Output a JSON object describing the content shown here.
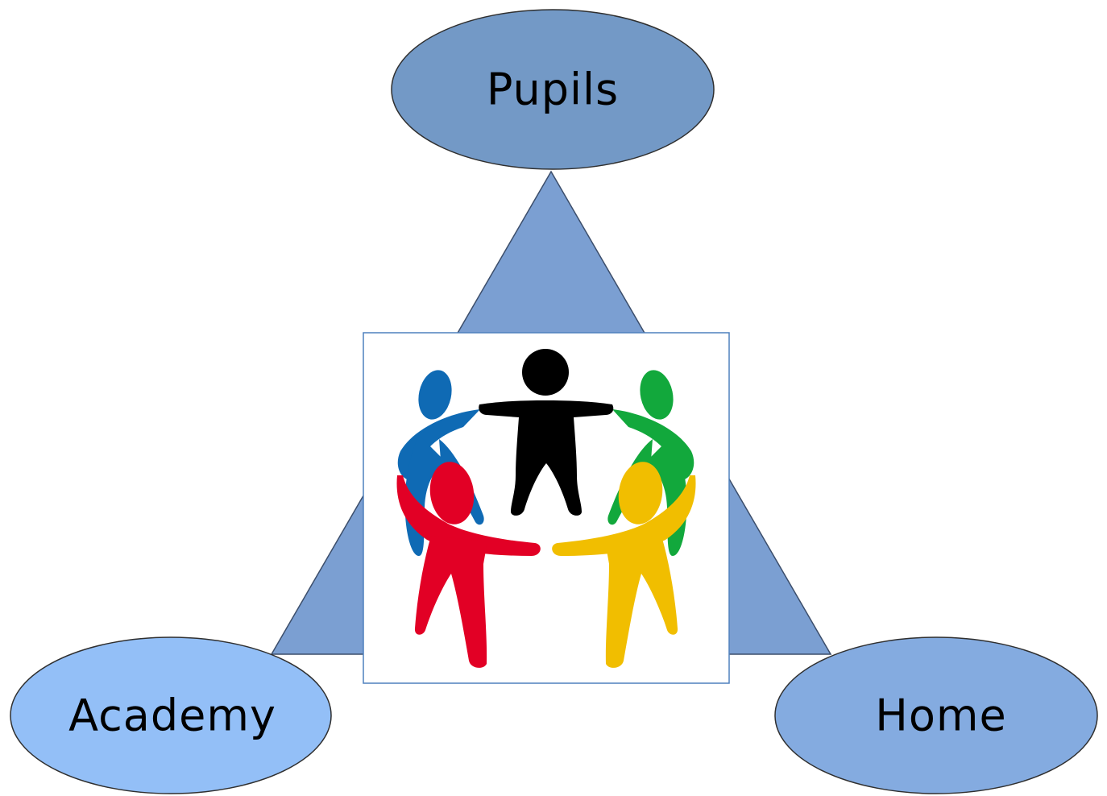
{
  "nodes": {
    "top": {
      "label": "Pupils",
      "color": "#7399c6"
    },
    "bottom_left": {
      "label": "Academy",
      "color": "#93bff7"
    },
    "bottom_right": {
      "label": "Home",
      "color": "#84abe0"
    }
  },
  "triangle": {
    "color": "#7b9fd2",
    "stroke": "#3c4e6b"
  },
  "center_image": {
    "icon": "people-circle-icon",
    "border_color": "#4f81bd",
    "figures": [
      {
        "name": "black-person",
        "color": "#000000"
      },
      {
        "name": "blue-person",
        "color": "#0f6ab4"
      },
      {
        "name": "green-person",
        "color": "#12a83c"
      },
      {
        "name": "red-person",
        "color": "#e20025"
      },
      {
        "name": "yellow-person",
        "color": "#f1be00"
      }
    ]
  }
}
